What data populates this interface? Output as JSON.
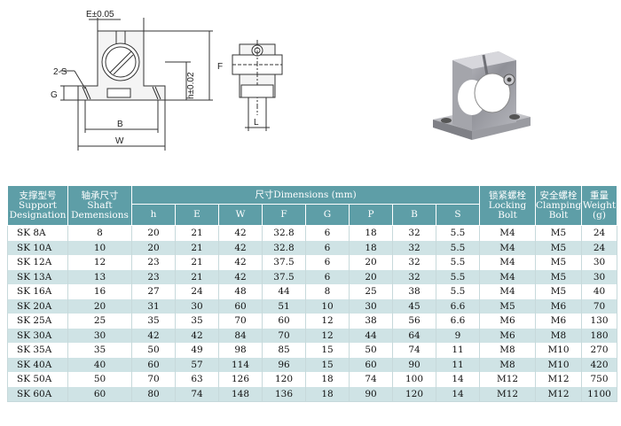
{
  "drawing": {
    "dims": {
      "e": "E±0.05",
      "s": "2-S",
      "g": "G",
      "b": "B",
      "w": "W",
      "h": "h±0.02",
      "f": "F",
      "l": "L"
    }
  },
  "photo": {
    "icon": "shaft-support-photo"
  },
  "table": {
    "headers": {
      "designation_cn": "支撑型号",
      "designation_en1": "Support",
      "designation_en2": "Designation",
      "shaft_cn": "轴承尺寸",
      "shaft_en1": "Shaft",
      "shaft_en2": "Demensions",
      "dimensions": "尺寸Dimensions (mm)",
      "locking_cn": "锁紧螺栓",
      "locking_en1": "Locking",
      "locking_en2": "Bolt",
      "clamping_cn": "安全螺栓",
      "clamping_en1": "Clamping",
      "clamping_en2": "Bolt",
      "weight_cn": "重量",
      "weight_en1": "Weight",
      "weight_en2": "(g)",
      "sub": [
        "h",
        "E",
        "W",
        "F",
        "G",
        "P",
        "B",
        "S"
      ]
    },
    "rows": [
      [
        "SK 8A",
        "8",
        "20",
        "21",
        "42",
        "32.8",
        "6",
        "18",
        "32",
        "5.5",
        "M4",
        "M5",
        "24"
      ],
      [
        "SK 10A",
        "10",
        "20",
        "21",
        "42",
        "32.8",
        "6",
        "18",
        "32",
        "5.5",
        "M4",
        "M5",
        "24"
      ],
      [
        "SK 12A",
        "12",
        "23",
        "21",
        "42",
        "37.5",
        "6",
        "20",
        "32",
        "5.5",
        "M4",
        "M5",
        "30"
      ],
      [
        "SK 13A",
        "13",
        "23",
        "21",
        "42",
        "37.5",
        "6",
        "20",
        "32",
        "5.5",
        "M4",
        "M5",
        "30"
      ],
      [
        "SK 16A",
        "16",
        "27",
        "24",
        "48",
        "44",
        "8",
        "25",
        "38",
        "5.5",
        "M4",
        "M5",
        "40"
      ],
      [
        "SK 20A",
        "20",
        "31",
        "30",
        "60",
        "51",
        "10",
        "30",
        "45",
        "6.6",
        "M5",
        "M6",
        "70"
      ],
      [
        "SK 25A",
        "25",
        "35",
        "35",
        "70",
        "60",
        "12",
        "38",
        "56",
        "6.6",
        "M6",
        "M6",
        "130"
      ],
      [
        "SK 30A",
        "30",
        "42",
        "42",
        "84",
        "70",
        "12",
        "44",
        "64",
        "9",
        "M6",
        "M8",
        "180"
      ],
      [
        "SK 35A",
        "35",
        "50",
        "49",
        "98",
        "85",
        "15",
        "50",
        "74",
        "11",
        "M8",
        "M10",
        "270"
      ],
      [
        "SK 40A",
        "40",
        "60",
        "57",
        "114",
        "96",
        "15",
        "60",
        "90",
        "11",
        "M8",
        "M10",
        "420"
      ],
      [
        "SK 50A",
        "50",
        "70",
        "63",
        "126",
        "120",
        "18",
        "74",
        "100",
        "14",
        "M12",
        "M12",
        "750"
      ],
      [
        "SK 60A",
        "60",
        "80",
        "74",
        "148",
        "136",
        "18",
        "90",
        "120",
        "14",
        "M12",
        "M12",
        "1100"
      ]
    ]
  }
}
